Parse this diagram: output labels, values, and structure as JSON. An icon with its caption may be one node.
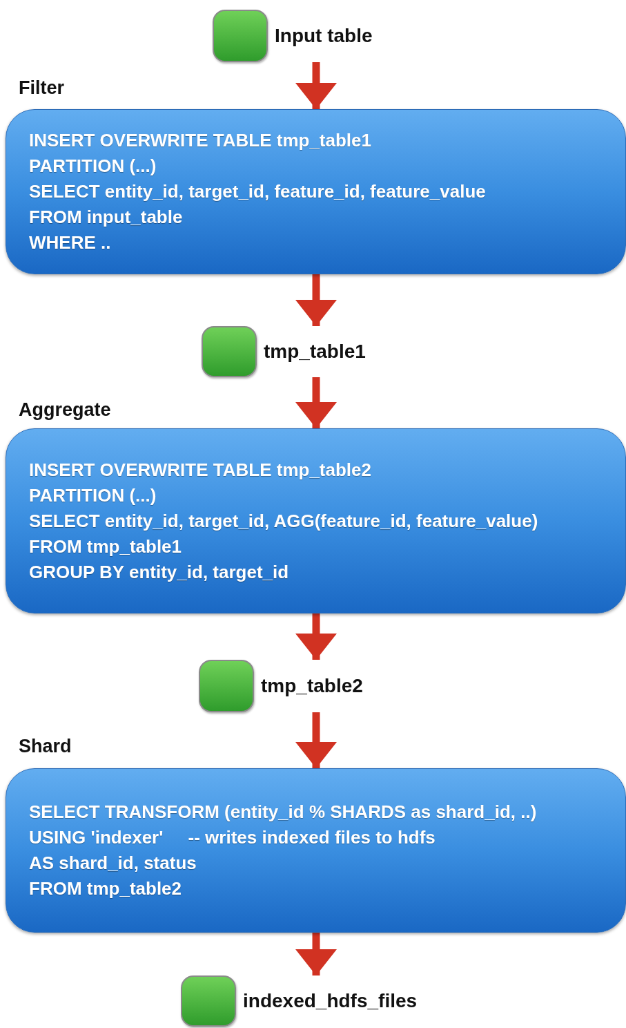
{
  "diagram": {
    "nodes": [
      {
        "text": [
          "Input table"
        ]
      },
      {
        "text": [
          "INSERT OVERWRITE TABLE tmp_table1",
          "PARTITION (...)",
          "SELECT entity_id, target_id, feature_id, feature_value",
          "FROM input_table",
          "WHERE .."
        ],
        "beside": [
          "Filter"
        ]
      },
      {
        "text": [
          "tmp_table1"
        ]
      },
      {
        "text": [
          "INSERT OVERWRITE TABLE tmp_table2",
          "PARTITION (...)",
          "SELECT entity_id, target_id, AGG(feature_id, feature_value)",
          "FROM tmp_table1",
          "GROUP BY entity_id, target_id"
        ],
        "beside": [
          "Aggregate"
        ]
      },
      {
        "text": [
          "tmp_table2"
        ]
      },
      {
        "text": [
          "SELECT TRANSFORM (entity_id % SHARDS as shard_id, ..)",
          "USING 'indexer'     -- writes indexed files to hdfs",
          "AS shard_id, status",
          "FROM tmp_table2"
        ],
        "beside": [
          "Shard"
        ]
      },
      {
        "text": [
          "indexed_hdfs_files"
        ]
      }
    ],
    "edges": [
      {
        "from": 0,
        "to": 1,
        "arrow": "to"
      },
      {
        "from": 1,
        "to": 2,
        "arrow": "to"
      },
      {
        "from": 2,
        "to": 3,
        "arrow": "to"
      },
      {
        "from": 3,
        "to": 4,
        "arrow": "to"
      },
      {
        "from": 4,
        "to": 5,
        "arrow": "to"
      },
      {
        "from": 5,
        "to": 6,
        "arrow": "to"
      }
    ]
  }
}
